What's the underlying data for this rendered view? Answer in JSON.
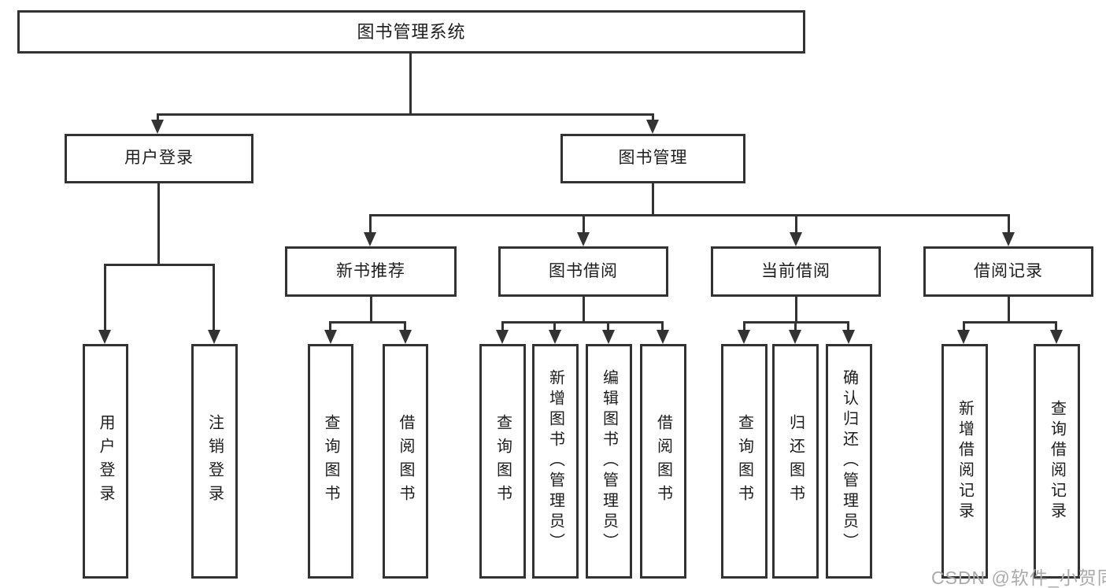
{
  "diagram": {
    "type": "tree",
    "title": "图书管理系统",
    "watermark": "CSDN @软件_小贺同学",
    "colors": {
      "line": "#333333",
      "text": "#1d1d1d",
      "node_bg": "#ffffff",
      "background": "#ffffff",
      "watermark": "#aaaaaa"
    },
    "tree": {
      "label": "图书管理系统",
      "children": [
        {
          "label": "用户登录",
          "children": [
            {
              "label": "用户登录"
            },
            {
              "label": "注销登录"
            }
          ]
        },
        {
          "label": "图书管理",
          "children": [
            {
              "label": "新书推荐",
              "children": [
                {
                  "label": "查询图书"
                },
                {
                  "label": "借阅图书"
                }
              ]
            },
            {
              "label": "图书借阅",
              "children": [
                {
                  "label": "查询图书"
                },
                {
                  "label": "新增图书（管理员）"
                },
                {
                  "label": "编辑图书（管理员）"
                },
                {
                  "label": "借阅图书"
                }
              ]
            },
            {
              "label": "当前借阅",
              "children": [
                {
                  "label": "查询图书"
                },
                {
                  "label": "归还图书"
                },
                {
                  "label": "确认归还（管理员）"
                }
              ]
            },
            {
              "label": "借阅记录",
              "children": [
                {
                  "label": "新增借阅记录"
                },
                {
                  "label": "查询借阅记录"
                }
              ]
            }
          ]
        }
      ]
    }
  }
}
